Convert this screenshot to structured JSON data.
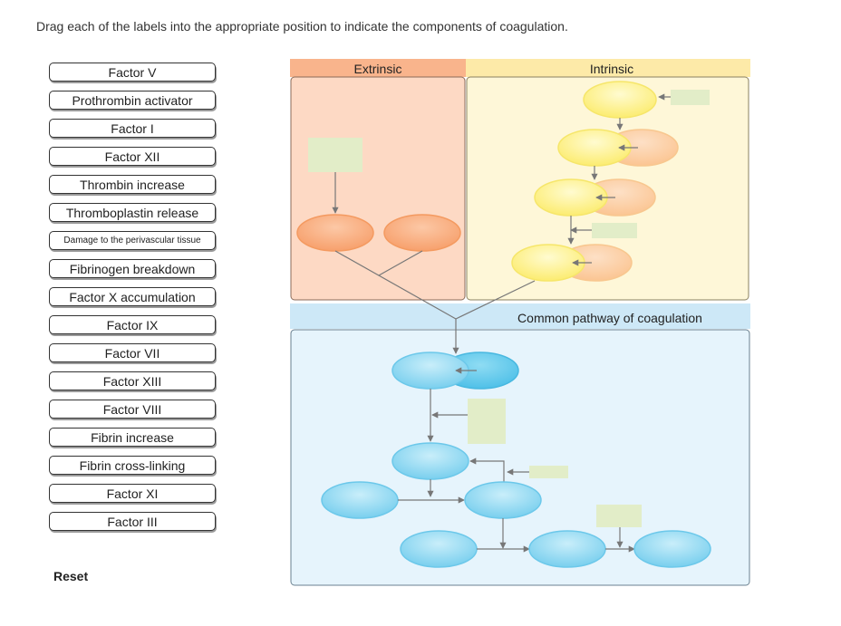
{
  "instructions": "Drag each of the labels into the appropriate position to indicate the components of coagulation.",
  "labels": [
    "Factor V",
    "Prothrombin activator",
    "Factor I",
    "Factor XII",
    "Thrombin increase",
    "Thromboplastin release",
    "Damage to the perivascular tissue",
    "Fibrinogen breakdown",
    "Factor X accumulation",
    "Factor IX",
    "Factor VII",
    "Factor XIII",
    "Factor VIII",
    "Fibrin increase",
    "Fibrin cross-linking",
    "Factor XI",
    "Factor III"
  ],
  "reset_label": "Reset",
  "diagram": {
    "extrinsic_title": "Extrinsic",
    "intrinsic_title": "Intrinsic",
    "common_title": "Common pathway of coagulation"
  },
  "colors": {
    "extrinsic_header": "#f9b48c",
    "extrinsic_panel": "#fdd9c4",
    "intrinsic_header": "#fdeaa8",
    "intrinsic_panel": "#fef7d8",
    "common_header": "#cde8f7",
    "common_panel": "#e6f4fc",
    "drop_zone": "#e2edc8",
    "orange_node": "#f9a979",
    "yellow_node": "#fdf08a",
    "blue_node": "#8fd8f0",
    "arrow": "#777777"
  }
}
